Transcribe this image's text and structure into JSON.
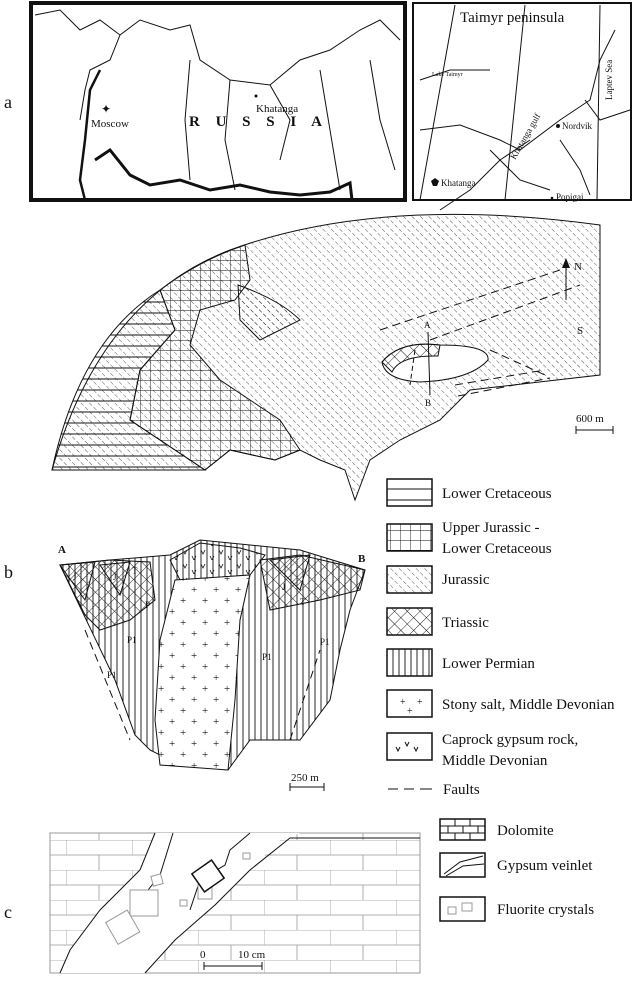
{
  "panels": {
    "a": "a",
    "b": "b",
    "c": "c"
  },
  "map_a": {
    "country": "R U S S I A",
    "cities": [
      "Moscow",
      "Khatanga"
    ],
    "inset_labels": {
      "peninsula": "Taimyr peninsula",
      "sea": "Laptev Sea",
      "lake": "Lake Taimyr",
      "gulf": "Khatanga gulf",
      "nordvik": "Nordvik",
      "khatanga": "Khatanga",
      "popigai": "Popigai"
    }
  },
  "map_b": {
    "north": "N",
    "south": "S",
    "section_a": "A",
    "section_b": "B",
    "scale": "600 m"
  },
  "section": {
    "start": "A",
    "end": "B",
    "units": [
      "J",
      "T",
      "P",
      "P1"
    ],
    "scale": "250 m"
  },
  "legend_b": [
    {
      "label": "Lower Cretaceous"
    },
    {
      "label": "Upper Jurassic -",
      "label2": "Lower Cretaceous"
    },
    {
      "label": "Jurassic"
    },
    {
      "label": "Triassic"
    },
    {
      "label": "Lower Permian"
    },
    {
      "label": "Stony salt, Middle Devonian"
    },
    {
      "label": "Caprock gypsum rock,",
      "label2": "Middle Devonian"
    },
    {
      "label": "Faults"
    }
  ],
  "legend_c": [
    {
      "label": "Dolomite"
    },
    {
      "label": "Gypsum veinlet"
    },
    {
      "label": "Fluorite crystals"
    }
  ],
  "scale_c": {
    "zero": "0",
    "ten": "10 cm"
  }
}
